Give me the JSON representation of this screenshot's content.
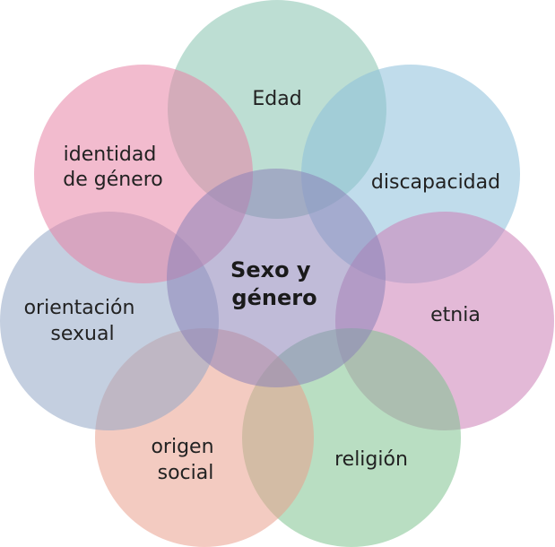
{
  "diagram": {
    "center": {
      "lines": [
        "Sexo y",
        "género"
      ],
      "color": "#8c84b8"
    },
    "circles": [
      {
        "id": "edad",
        "lines": [
          "Edad"
        ],
        "color": "#86c3ae"
      },
      {
        "id": "discapacidad",
        "lines": [
          "discapacidad"
        ],
        "color": "#8cc0da"
      },
      {
        "id": "etnia",
        "lines": [
          "etnia"
        ],
        "color": "#cc7fb6"
      },
      {
        "id": "religion",
        "lines": [
          "religión"
        ],
        "color": "#7fc28f"
      },
      {
        "id": "origen-social",
        "lines": [
          "origen",
          "social"
        ],
        "color": "#e9a08e"
      },
      {
        "id": "orientacion-sexual",
        "lines": [
          "orientación",
          "sexual"
        ],
        "color": "#93a7c7"
      },
      {
        "id": "identidad-de-genero",
        "lines": [
          "identidad",
          "de género"
        ],
        "color": "#e883a5"
      }
    ]
  }
}
